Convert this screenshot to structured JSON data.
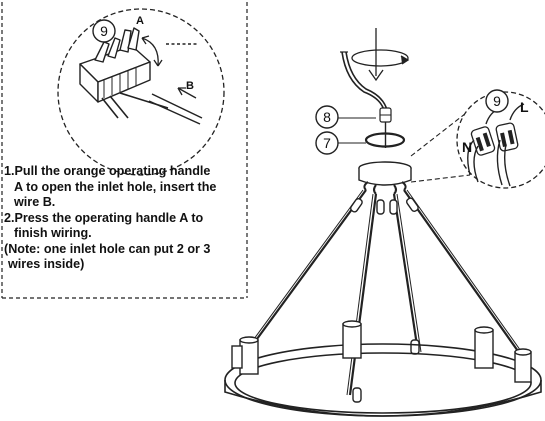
{
  "callouts": {
    "n9": "9",
    "n8": "8",
    "n7": "7",
    "letter_a": "A",
    "letter_b": "B",
    "letter_n": "N",
    "letter_l": "L"
  },
  "instructions": {
    "step1_line1": "1.Pull the orange operating handle",
    "step1_line2": "A to open the inlet hole, insert the",
    "step1_line3": "wire B.",
    "step2_line1": "2.Press the operating handle A to",
    "step2_line2": "finish wiring.",
    "note_line1": "(Note: one inlet hole can put 2 or 3",
    "note_line2": "wires inside)"
  }
}
